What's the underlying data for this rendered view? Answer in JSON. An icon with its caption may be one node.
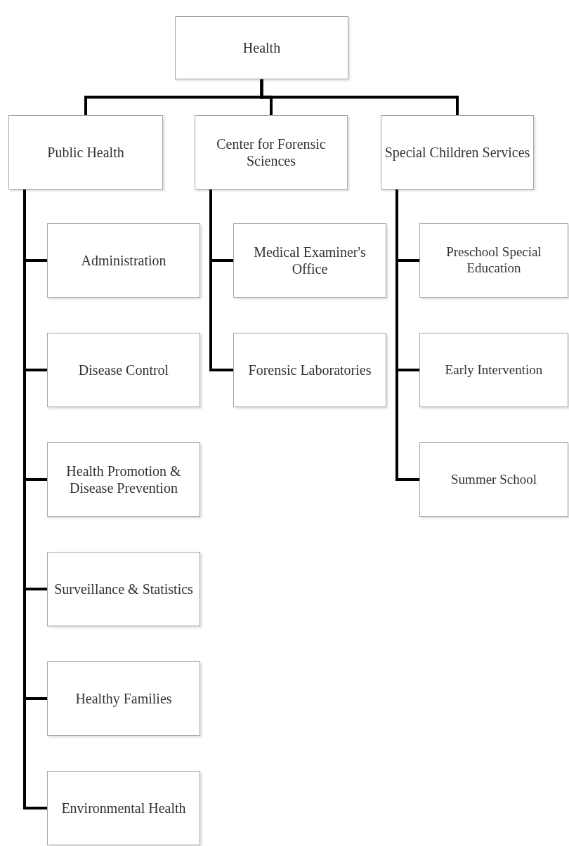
{
  "diagram": {
    "nodes": [
      {
        "text": [
          "Health"
        ]
      },
      {
        "text": [
          "Public Health"
        ]
      },
      {
        "text": [
          "Center for Forensic Sciences"
        ]
      },
      {
        "text": [
          "Special Children Services"
        ]
      },
      {
        "text": [
          "Administration"
        ]
      },
      {
        "text": [
          "Disease Control"
        ]
      },
      {
        "text": [
          "Health Promotion & Disease Prevention"
        ]
      },
      {
        "text": [
          "Surveillance & Statistics"
        ]
      },
      {
        "text": [
          "Healthy Families"
        ]
      },
      {
        "text": [
          "Environmental Health"
        ]
      },
      {
        "text": [
          "Medical Examiner's Office"
        ]
      },
      {
        "text": [
          "Forensic Laboratories"
        ]
      },
      {
        "text": [
          "Preschool Special Education"
        ]
      },
      {
        "text": [
          "Early Intervention"
        ]
      },
      {
        "text": [
          "Summer School"
        ]
      }
    ],
    "edges": [
      {
        "from": 0,
        "to": 1,
        "arrow": "none"
      },
      {
        "from": 0,
        "to": 2,
        "arrow": "none"
      },
      {
        "from": 0,
        "to": 3,
        "arrow": "none"
      },
      {
        "from": 1,
        "to": 4,
        "arrow": "none"
      },
      {
        "from": 1,
        "to": 5,
        "arrow": "none"
      },
      {
        "from": 1,
        "to": 6,
        "arrow": "none"
      },
      {
        "from": 1,
        "to": 7,
        "arrow": "none"
      },
      {
        "from": 1,
        "to": 8,
        "arrow": "none"
      },
      {
        "from": 1,
        "to": 9,
        "arrow": "none"
      },
      {
        "from": 2,
        "to": 10,
        "arrow": "none"
      },
      {
        "from": 2,
        "to": 11,
        "arrow": "none"
      },
      {
        "from": 3,
        "to": 12,
        "arrow": "none"
      },
      {
        "from": 3,
        "to": 13,
        "arrow": "none"
      },
      {
        "from": 3,
        "to": 14,
        "arrow": "none"
      }
    ]
  }
}
